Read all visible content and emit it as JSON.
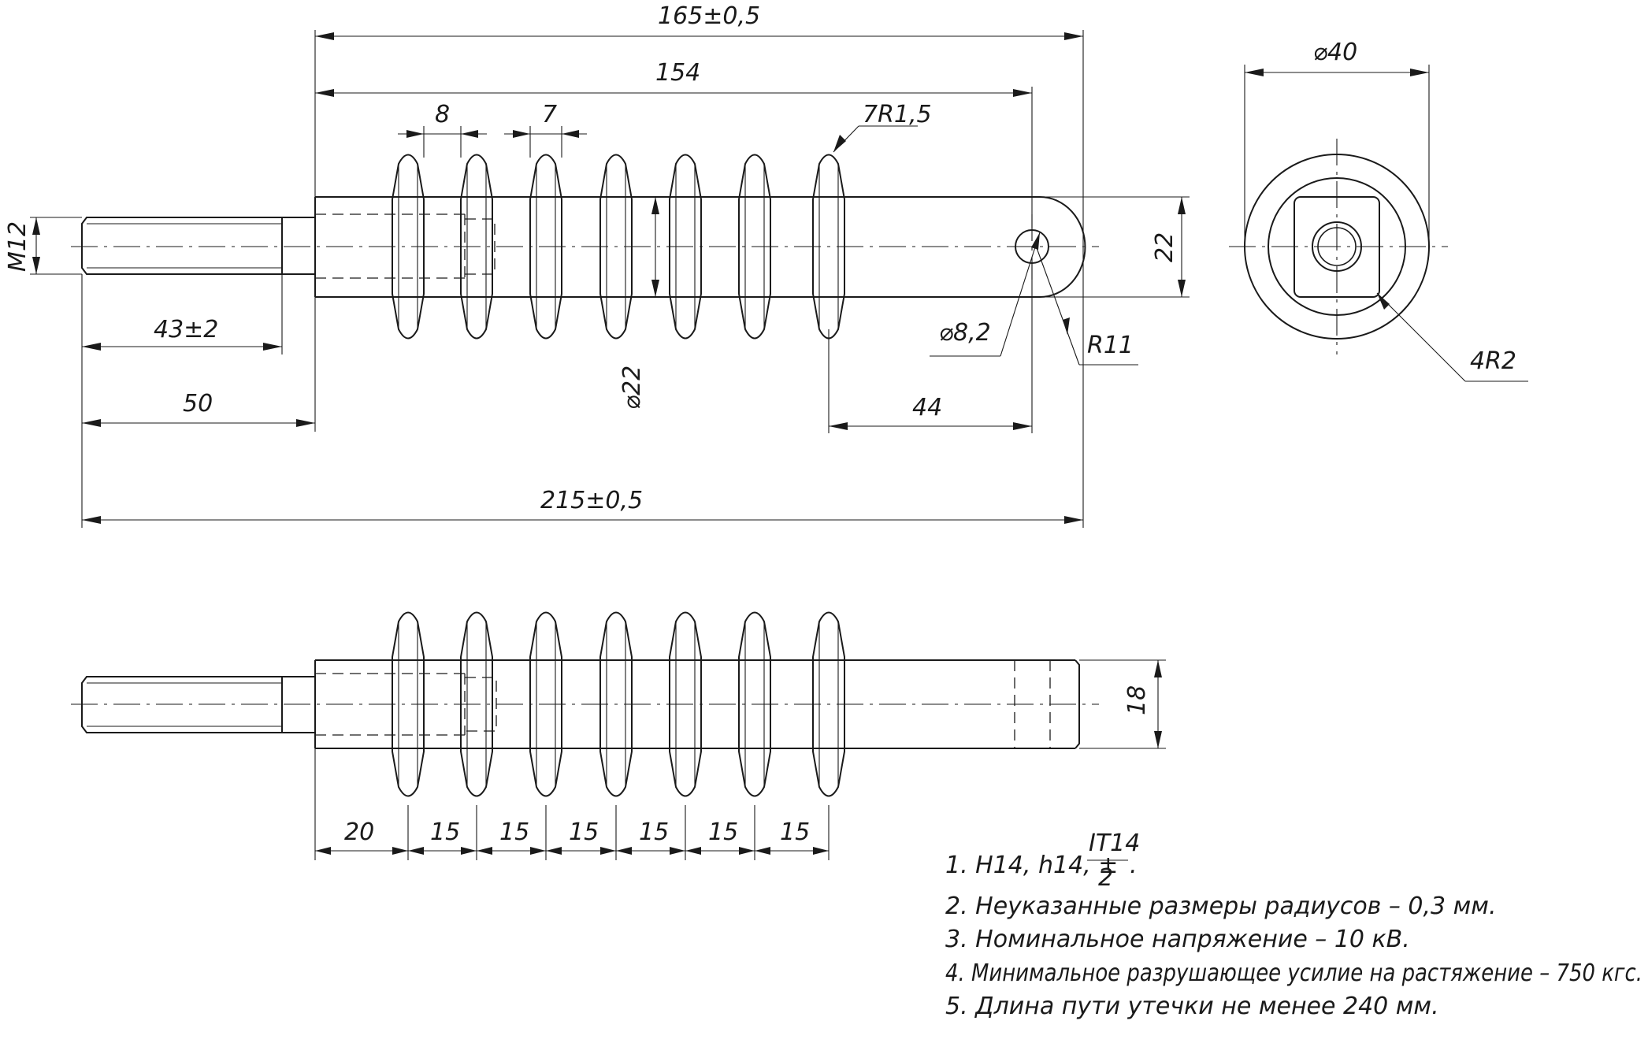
{
  "dimensions": {
    "overall_top": "165±0,5",
    "body_length": "154",
    "rib_width": "8",
    "rib_gap": "7",
    "rib_radius": "7R1,5",
    "thread": "M12",
    "thread_length": "43±2",
    "stud_length": "50",
    "body_diameter": "⌀22",
    "eye_length": "44",
    "overall_bottom": "215±0,5",
    "hole_diameter": "⌀8,2",
    "eye_radius": "R11",
    "eye_height": "22",
    "end_diameter": "⌀40",
    "corner_radius": "4R2",
    "eye_thickness": "18",
    "pitch_first": "20",
    "pitch_1": "15",
    "pitch_2": "15",
    "pitch_3": "15",
    "pitch_4": "15",
    "pitch_5": "15",
    "pitch_6": "15"
  },
  "notes": {
    "n1_prefix": "1. H14, h14, ±",
    "n1_num": "IT14",
    "n1_den": "2",
    "n1_end": ".",
    "n2": "2. Неуказанные размеры радиусов – 0,3 мм.",
    "n3": "3. Номинальное напряжение – 10 кВ.",
    "n4": "4. Минимальное разрушающее усилие на растяжение – 750 кгс.",
    "n5": "5. Длина пути утечки не менее 240 мм."
  }
}
